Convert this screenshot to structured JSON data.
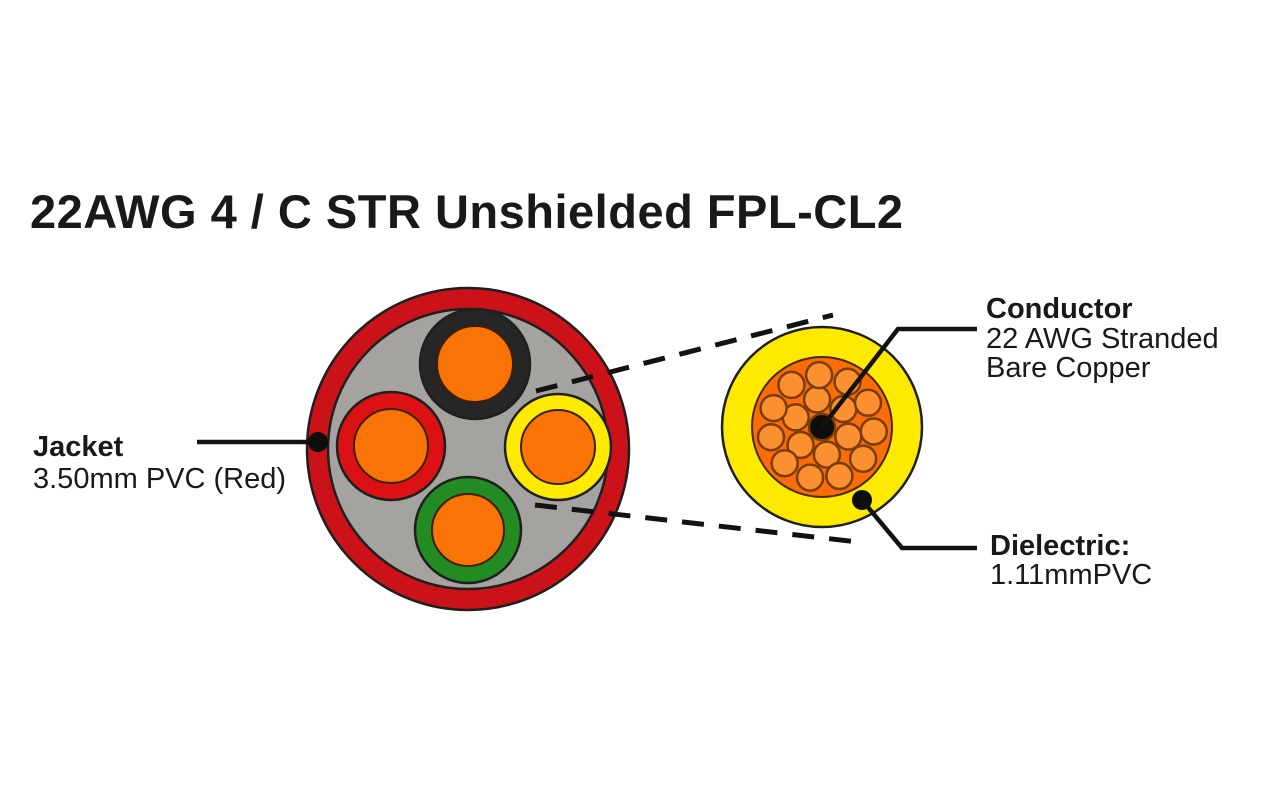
{
  "title": "22AWG 4 / C STR Unshielded FPL-CL2",
  "callouts": {
    "jacket": {
      "name": "Jacket",
      "spec": "3.50mm PVC (Red)"
    },
    "conductor": {
      "name": "Conductor",
      "spec_line1": "22 AWG Stranded",
      "spec_line2": "Bare Copper"
    },
    "dielectric": {
      "name": "Dielectric:",
      "spec": "1.11mmPVC"
    }
  },
  "cross_section": {
    "conductor_count": 4,
    "insulation_colors": [
      "black",
      "red",
      "yellow",
      "green"
    ]
  },
  "colors": {
    "jacket_red": "#cb1218",
    "filler_gray": "#a5a3a0",
    "insulation_black": "#262626",
    "insulation_red": "#dc1114",
    "insulation_yellow": "#fdea00",
    "insulation_green": "#228b22",
    "copper_orange": "#f97306",
    "dielectric_yellow": "#fdea00",
    "copper_disc": "#f96c06",
    "strand_copper": "#fb9030",
    "strand_outline": "#7a3c08",
    "line_black": "#121212",
    "text": "#191919"
  },
  "magnified": {
    "strand_radius": 13,
    "strand_rings": [
      {
        "count": 1,
        "radius": 0,
        "phase": 0
      },
      {
        "count": 6,
        "radius": 28,
        "phase": 20
      },
      {
        "count": 11,
        "radius": 52,
        "phase": 5
      }
    ]
  }
}
